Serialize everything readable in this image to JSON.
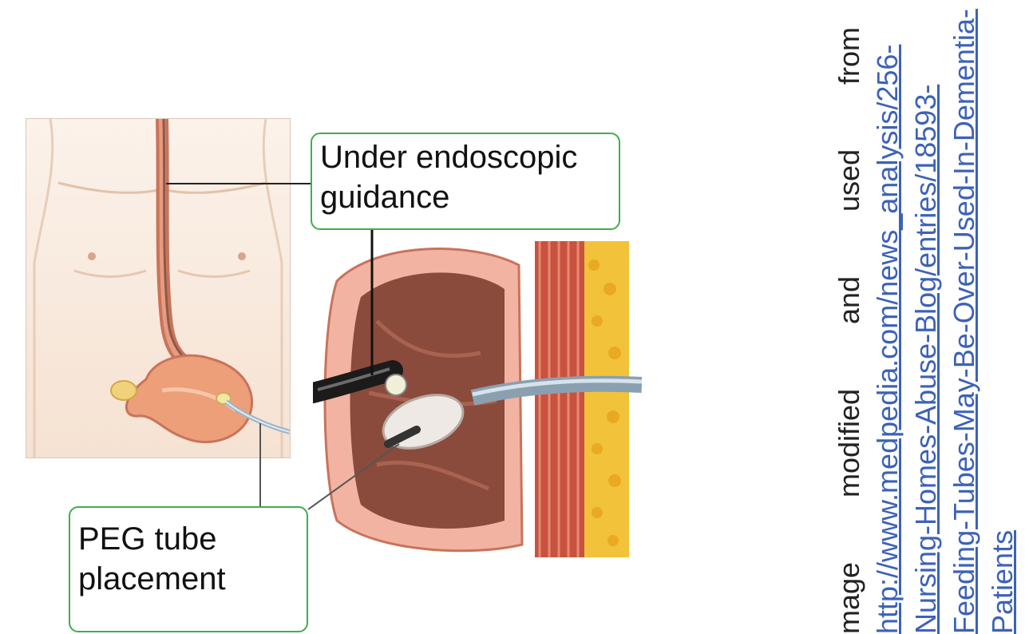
{
  "labels": {
    "endoscopic_line1": "Under endoscopic",
    "endoscopic_line2": "guidance",
    "peg_line1": "PEG tube",
    "peg_line2": "placement"
  },
  "attribution": {
    "words": [
      "mage",
      "modified",
      "and",
      "used",
      "from"
    ],
    "url_lines": [
      "http://www.medpedia.com/news_analysis/256-",
      "Nursing-Homes-Abuse-Blog/entries/18593-",
      "Feeding-Tubes-May-Be-Over-Used-In-Dementia-",
      "Patients"
    ]
  },
  "colors": {
    "callout_border": "#3fae49",
    "link": "#3c62b8",
    "skin": "#f6e2d2",
    "stomach": "#e9a079",
    "muscle": "#c8523f",
    "fat": "#f2c23a"
  }
}
